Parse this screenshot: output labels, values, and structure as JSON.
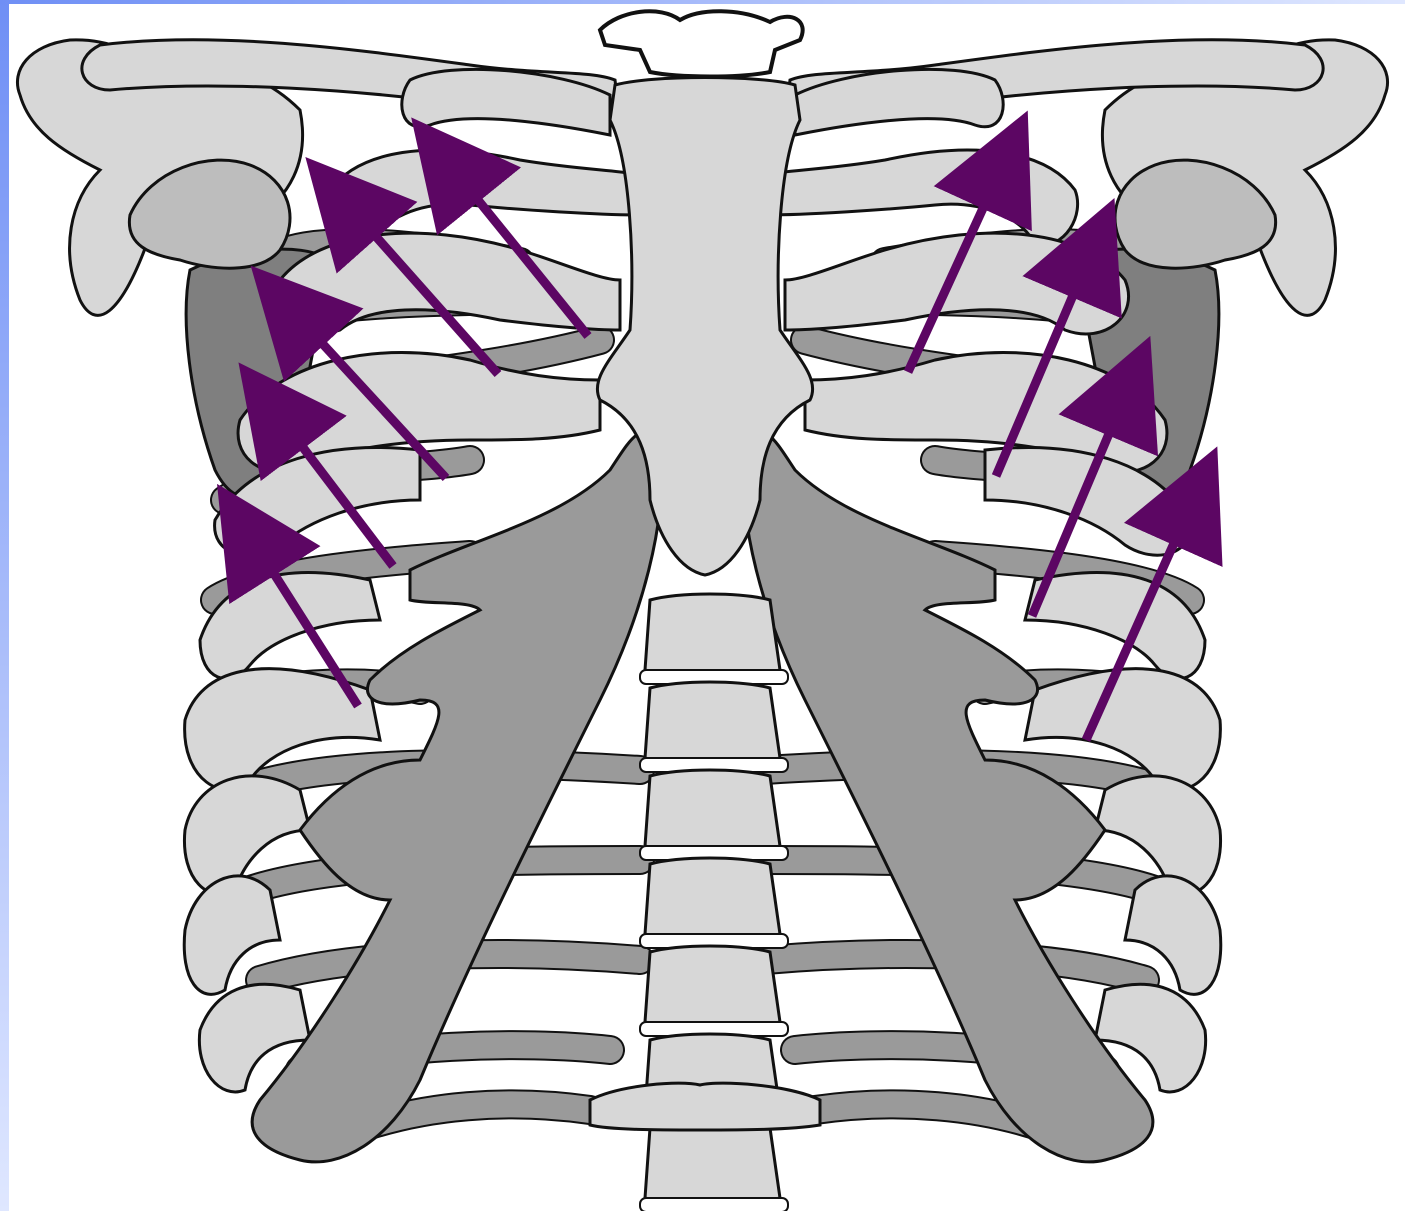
{
  "figure": {
    "subject": "anterior-thoracic-cage",
    "arrow_count": 9,
    "arrow_groups": {
      "left_side": 5,
      "right_side": 4
    }
  },
  "colors": {
    "background": "#ffffff",
    "side_band": "#6f8ff5",
    "side_band_light": "#dfe7ff",
    "outline": "#111111",
    "bone_light": "#d7d7d7",
    "bone_mid": "#bdbdbd",
    "bone_dark": "#9a9a9a",
    "bone_shadow": "#7f7f7f",
    "arrow": "#5c0663"
  },
  "icons": {
    "arrow": "long-arrow-icon",
    "vertebra": "vertebra-shape"
  }
}
